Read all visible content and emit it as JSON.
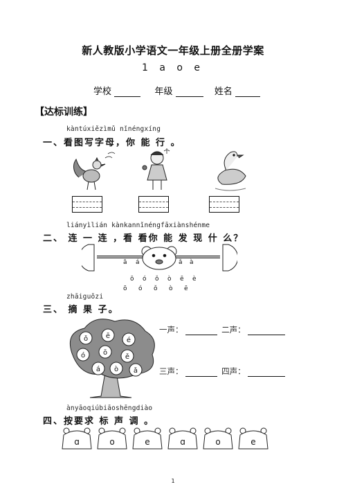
{
  "title": "新人教版小学语文一年级上册全册学案",
  "lesson": "1 a o e",
  "info": {
    "school": "学校",
    "grade": "年级",
    "name": "姓名"
  },
  "section": "【达标训练】",
  "q1": {
    "pinyin": "kàntúxiězìmǔ  nǐnéngxíng",
    "text": "一、看图写字母，你 能  行 。"
  },
  "q2": {
    "pinyin": "liányìlián  kànkannǐnéngfāxiànshénme",
    "text": "二、 连 一 连 ，看 看你 能 发 现  什 么？",
    "dumbbell_top": [
      "ā",
      "á",
      "ǎ",
      "à"
    ],
    "dumbbell_bottom": [
      "ō",
      "ó",
      "ǒ",
      "ò",
      "ē",
      "è"
    ]
  },
  "q3": {
    "pinyin": "zhāiguǒzi",
    "text": "三、  摘  果 子。",
    "fruits": [
      "ǒ",
      "ē",
      "é",
      "ó",
      "ō",
      "ě",
      "á",
      "ò",
      "ǎ"
    ],
    "tone1": "一声：",
    "tone2": "二声：",
    "tone3": "三声：",
    "tone4": "四声："
  },
  "q4": {
    "pinyin": "ànyāoqiúbiāoshēngdiào",
    "text": "四、按要求 标  声  调 。",
    "hats": [
      "ɑ",
      "o",
      "e",
      "ɑ",
      "o",
      "e"
    ]
  },
  "page_number": "1"
}
